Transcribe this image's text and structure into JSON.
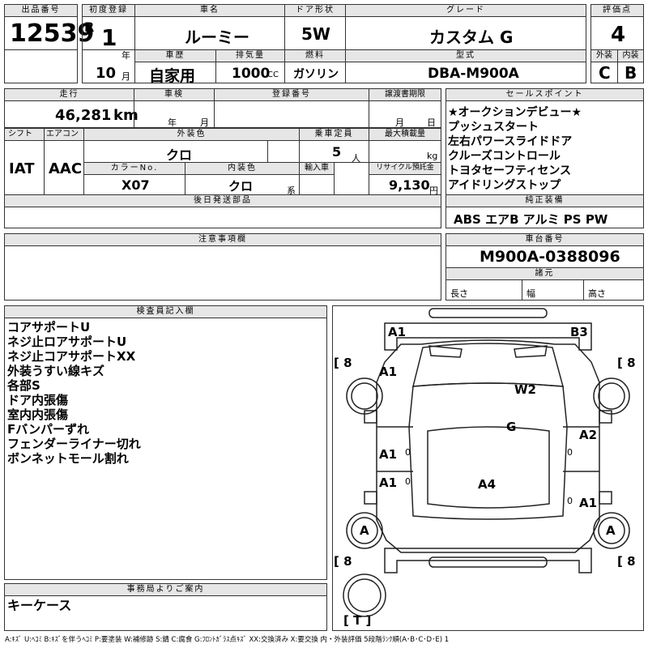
{
  "headers": {
    "lot": "出品番号",
    "first_reg": "初度登録",
    "car_name": "車名",
    "door": "ドア形状",
    "grade": "グレード",
    "score": "評価点",
    "history": "車歴",
    "displacement": "排気量",
    "fuel": "燃料",
    "model": "型式",
    "exterior": "外装",
    "interior": "内装",
    "mileage": "走行",
    "inspection": "車検",
    "reg_no": "登録番号",
    "transfer": "譲渡書期限",
    "shift": "シフト",
    "ac": "エアコン",
    "ext_color": "外装色",
    "capacity": "乗車定員",
    "max_load": "最大積載量",
    "color_no": "カラーNo.",
    "int_color": "内装色",
    "import": "輸入車",
    "recycle": "リサイクル預託金",
    "later_parts": "後日発送部品",
    "sales_point": "セールスポイント",
    "equipment": "純正装備",
    "caution": "注意事項欄",
    "chassis": "車台番号",
    "specs": "諸元",
    "inspector": "検査員記入欄",
    "office": "事務局よりご案内"
  },
  "lot_number": "12539",
  "era": "R",
  "year": "1",
  "year_unit": "年",
  "month": "10",
  "month_unit": "月",
  "car_name": "ルーミー",
  "door": "5W",
  "grade": "カスタム G",
  "score": "4",
  "history": "自家用",
  "displacement": "1000",
  "displacement_unit": "CC",
  "fuel": "ガソリン",
  "model": "DBA-M900A",
  "exterior_grade": "C",
  "interior_grade": "B",
  "mileage": "46,281",
  "mileage_unit": "km",
  "inspection_year_unit": "年",
  "inspection_month_unit": "月",
  "transfer_month_unit": "月",
  "transfer_day_unit": "日",
  "shift": "IAT",
  "ac": "AAC",
  "ext_color": "クロ",
  "capacity": "5",
  "capacity_unit": "人",
  "load_unit": "kg",
  "color_no": "X07",
  "int_color": "クロ",
  "int_color_unit": "系",
  "recycle": "9,130",
  "recycle_unit": "円",
  "sales_points": [
    "★オークションデビュー★",
    "プッシュスタート",
    "左右パワースライドドア",
    "クルーズコントロール",
    "トヨタセーフティセンス",
    "アイドリングストップ"
  ],
  "equipment": "ABS エアB アルミ PS PW",
  "chassis_number": "M900A-0388096",
  "spec_length": "長さ",
  "spec_width": "幅",
  "spec_height": "高さ",
  "inspector_notes": [
    "コアサポートU",
    "ネジ止ロアサポートU",
    "ネジ止コアサポートXX",
    "外装うすい線キズ",
    "各部S",
    "ドア内張傷",
    "室内内張傷",
    "Fバンパーずれ",
    "フェンダーライナー切れ",
    "ボンネットモール割れ"
  ],
  "office_note": "キーケース",
  "diagram": {
    "marks": [
      {
        "id": "front-bumper",
        "text": "A1"
      },
      {
        "id": "rear-bumper",
        "text": "B3"
      },
      {
        "id": "left-front-fender",
        "text": "A1"
      },
      {
        "id": "bonnet",
        "text": "W2"
      },
      {
        "id": "windshield",
        "text": "G"
      },
      {
        "id": "left-front-door",
        "text": "A1"
      },
      {
        "id": "right-front-door",
        "text": "A2"
      },
      {
        "id": "left-rear-door",
        "text": "A1"
      },
      {
        "id": "roof",
        "text": "A4"
      },
      {
        "id": "right-rear-door",
        "text": "A1"
      },
      {
        "id": "left-rear-wheel",
        "text": "A"
      },
      {
        "id": "right-rear-wheel",
        "text": "A"
      }
    ],
    "tread": [
      "8",
      "8",
      "8",
      "8"
    ],
    "spare": "T",
    "zeros": [
      "0",
      "0",
      "0",
      "0"
    ]
  },
  "legend": "A:ｷｽﾞ U:ﾍｺﾐ B:ｷｽﾞを伴うﾍｺﾐ P:要塗装 W:補修跡 S:錆 C:腐食 G:ﾌﾛﾝﾄｶﾞﾗｽ点ｷｽﾞ XX:交換済み X:要交換 内・外装評価 5段階ﾗﾝｸ順(A･B･C･D･E) 1"
}
